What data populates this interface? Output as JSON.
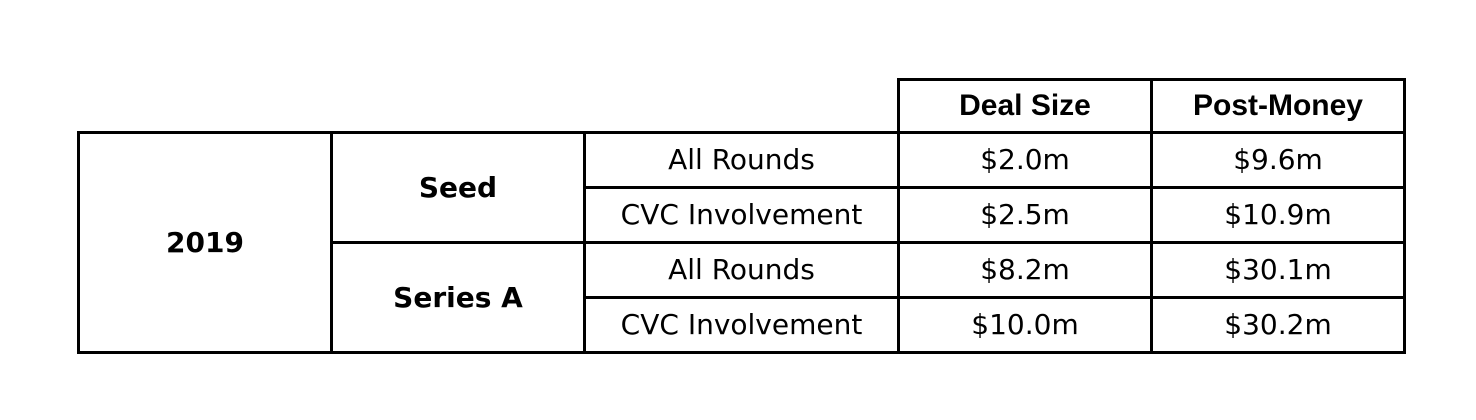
{
  "table": {
    "headers": {
      "deal_size": "Deal Size",
      "post_money": "Post-Money"
    },
    "year": "2019",
    "groups": [
      {
        "stage": "Seed",
        "rows": [
          {
            "type": "All Rounds",
            "deal_size": "$2.0m",
            "post_money": "$9.6m"
          },
          {
            "type": "CVC Involvement",
            "deal_size": "$2.5m",
            "post_money": "$10.9m"
          }
        ]
      },
      {
        "stage": "Series A",
        "rows": [
          {
            "type": "All Rounds",
            "deal_size": "$8.2m",
            "post_money": "$30.1m"
          },
          {
            "type": "CVC Involvement",
            "deal_size": "$10.0m",
            "post_money": "$30.2m"
          }
        ]
      }
    ]
  }
}
